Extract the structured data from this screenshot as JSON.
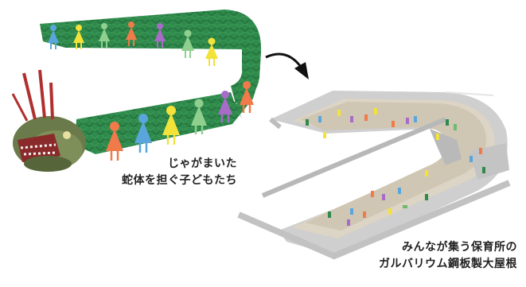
{
  "captions": {
    "left_line1": "じゃがまいた",
    "left_line2": "蛇体を担ぐ子どもたち",
    "right_line1": "みんなが集う保育所の",
    "right_line2": "ガルバリウム鋼板製大屋根"
  },
  "colors": {
    "serpent_green": "#2f8a4c",
    "roof_gray": "#c9c9c9",
    "floor_beige": "#ddd4c2",
    "arrow": "#111111",
    "children": [
      "#5aa6dc",
      "#f2e23a",
      "#8fd08f",
      "#f07a4a",
      "#a86cc8",
      "#6fba6f"
    ]
  },
  "icons": [
    "dragon-head-icon",
    "curved-arrow-icon",
    "child-figure-icon"
  ]
}
